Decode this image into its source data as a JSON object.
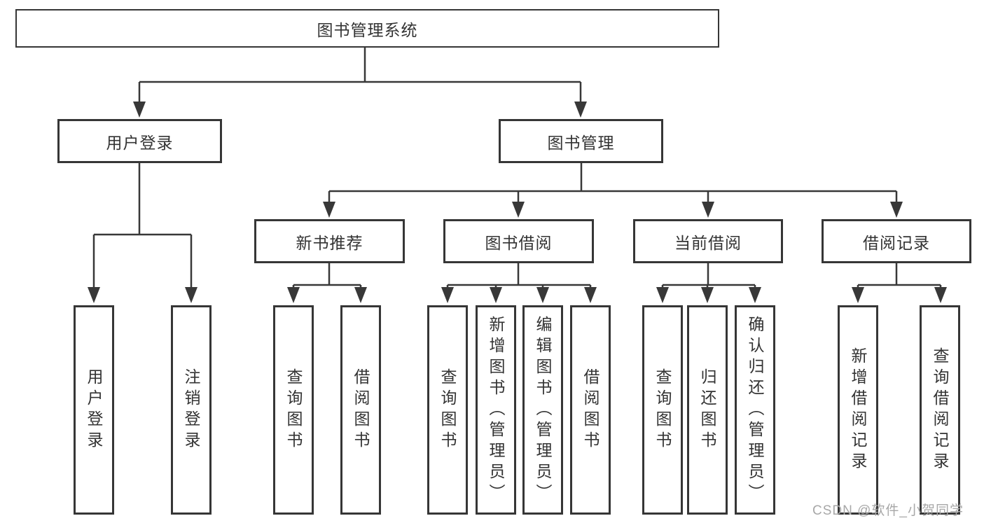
{
  "tree": {
    "label": "图书管理系统",
    "children": [
      {
        "label": "用户登录",
        "children": [
          {
            "label": "用户登录"
          },
          {
            "label": "注销登录"
          }
        ]
      },
      {
        "label": "图书管理",
        "children": [
          {
            "label": "新书推荐",
            "children": [
              {
                "label": "查询图书"
              },
              {
                "label": "借阅图书"
              }
            ]
          },
          {
            "label": "图书借阅",
            "children": [
              {
                "label": "查询图书"
              },
              {
                "label": "新增图书（管理员）"
              },
              {
                "label": "编辑图书（管理员）"
              },
              {
                "label": "借阅图书"
              }
            ]
          },
          {
            "label": "当前借阅",
            "children": [
              {
                "label": "查询图书"
              },
              {
                "label": "归还图书"
              },
              {
                "label": "确认归还（管理员）"
              }
            ]
          },
          {
            "label": "借阅记录",
            "children": [
              {
                "label": "新增借阅记录"
              },
              {
                "label": "查询借阅记录"
              }
            ]
          }
        ]
      }
    ]
  },
  "watermark": "CSDN @软件_小贺同学",
  "colors": {
    "line": "#383838",
    "box_border": "#363636",
    "text": "#333333",
    "watermark_text": "#a8a8a8",
    "background": "#ffffff"
  }
}
